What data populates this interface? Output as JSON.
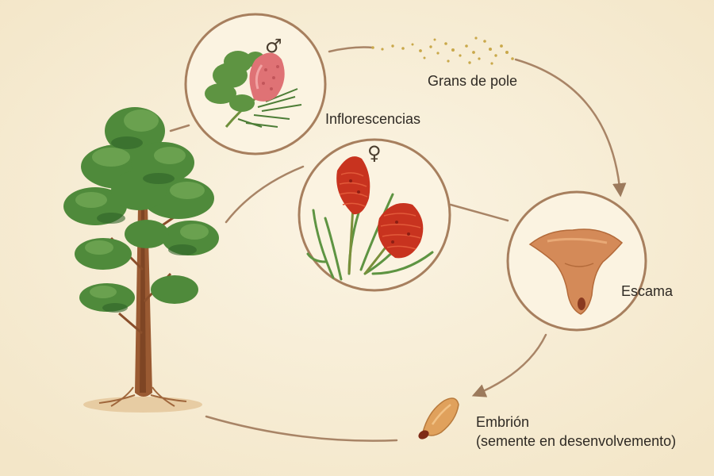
{
  "labels": {
    "pollen": "Grans de pole",
    "inflorescences": "Inflorescencias",
    "scale": "Escama",
    "embryo": "Embrión",
    "embryo_note": "(semente en desenvolvemento)"
  },
  "symbols": {
    "male": "♂",
    "female": "♀"
  },
  "icons": {
    "tree": "pine-tree-icon",
    "male_cone": "male-cone-icon",
    "female_cone": "female-cone-icon",
    "scale": "cone-scale-icon",
    "seed": "seed-icon"
  },
  "colors": {
    "background": "#f8efd9",
    "circle_stroke": "#a77f5e",
    "arrow": "#9c7a5c",
    "foliage": "#4f8a3b",
    "trunk": "#9a5a32",
    "male_cone": "#d96b6b",
    "female_cone": "#c9341f",
    "scale": "#d48a58",
    "pollen": "#c9a84a"
  }
}
